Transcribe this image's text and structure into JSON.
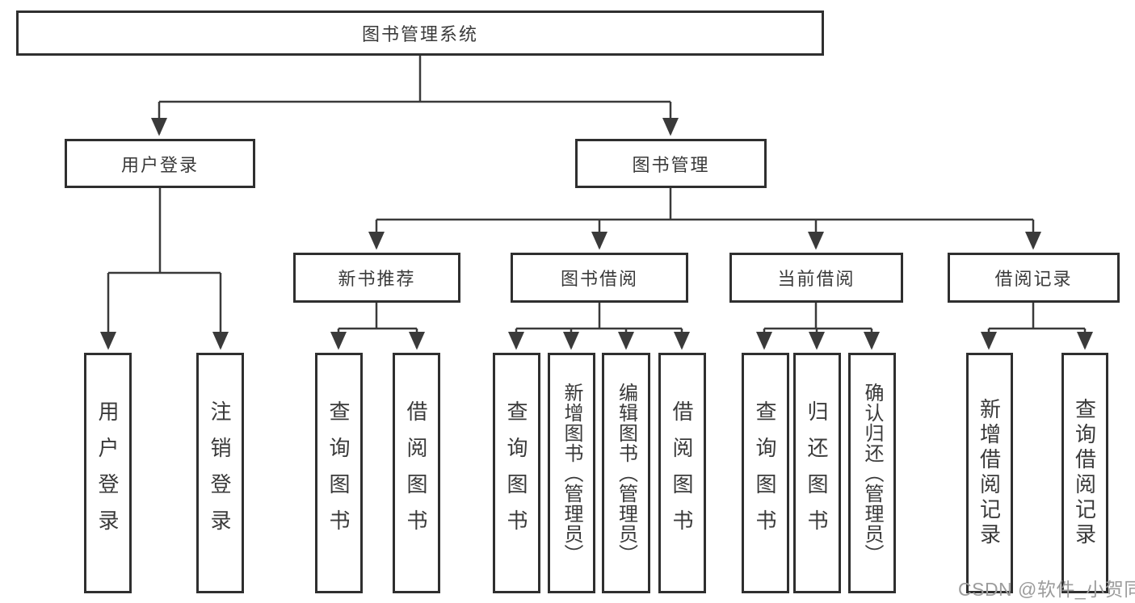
{
  "diagram": {
    "title": "library management system functional structure",
    "root": {
      "label": "图书管理系统"
    },
    "level2": [
      {
        "label": "用户登录"
      },
      {
        "label": "图书管理"
      }
    ],
    "level3": [
      {
        "label": "新书推荐"
      },
      {
        "label": "图书借阅"
      },
      {
        "label": "当前借阅"
      },
      {
        "label": "借阅记录"
      }
    ],
    "leaves": {
      "user_login": [
        {
          "label": "用户登录"
        },
        {
          "label": "注销登录"
        }
      ],
      "new_book_recommend": [
        {
          "label": "查询图书"
        },
        {
          "label": "借阅图书"
        }
      ],
      "book_borrow": [
        {
          "label": "查询图书"
        },
        {
          "label": "新增图书（管理员）"
        },
        {
          "label": "编辑图书（管理员）"
        },
        {
          "label": "借阅图书"
        }
      ],
      "current_borrow": [
        {
          "label": "查询图书"
        },
        {
          "label": "归还图书"
        },
        {
          "label": "确认归还（管理员）"
        }
      ],
      "borrow_records": [
        {
          "label": "新增借阅记录"
        },
        {
          "label": "查询借阅记录"
        }
      ]
    },
    "colors": {
      "line": "#3a3a3a",
      "box_border": "#2f2f2f",
      "text": "#3a3a3a",
      "background": "#ffffff"
    }
  },
  "watermark": {
    "text": "CSDN @软件_小贺同学",
    "color": "#9c9c9c"
  }
}
